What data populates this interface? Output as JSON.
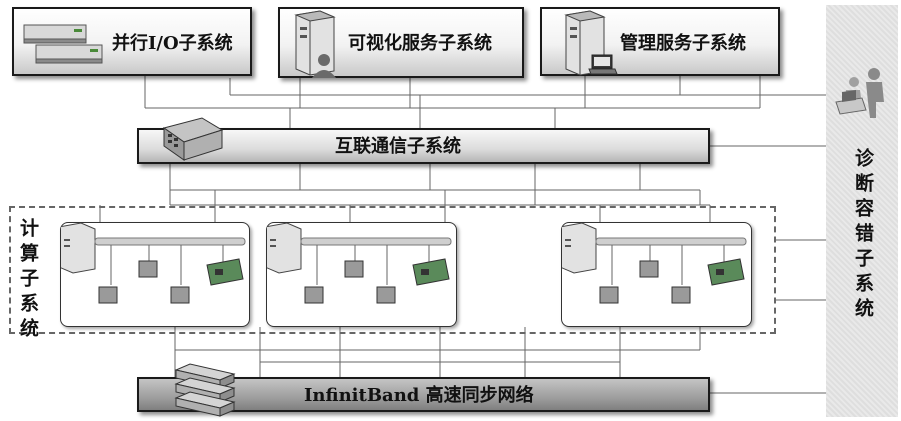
{
  "subsystems": {
    "parallel_io": "并行I/O子系统",
    "visualization": "可视化服务子系统",
    "management": "管理服务子系统",
    "interconnect": "互联通信子系统",
    "compute": "计算子系统",
    "diagnosis": "诊断容错子系统",
    "infiniband": "InfinitBand 高速同步网络"
  },
  "icons": [
    "server-rack-icon",
    "tower-server-icon",
    "user-icon",
    "laptop-icon",
    "network-switch-icon",
    "node-server-icon",
    "processor-chip-icon",
    "circuit-board-icon",
    "diagnosis-operators-icon",
    "infiniband-switch-icon"
  ],
  "colors": {
    "box_border": "#1a1a1a",
    "infiniband_fill": "#9e9e9e",
    "diagnosis_panel": "#e3e3e3",
    "connector_line": "#666666"
  }
}
